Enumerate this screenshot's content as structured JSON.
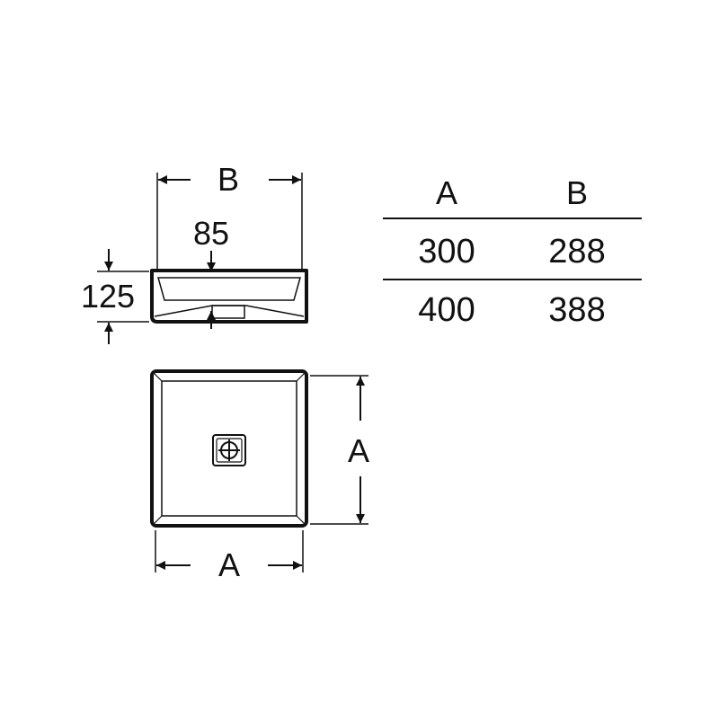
{
  "side_view": {
    "width_label": "B",
    "drain_offset_label": "85",
    "height_label": "125"
  },
  "top_view": {
    "depth_label": "A",
    "width_label": "A"
  },
  "size_table": {
    "headers": [
      "A",
      "B"
    ],
    "rows": [
      [
        "300",
        "288"
      ],
      [
        "400",
        "388"
      ]
    ]
  },
  "colors": {
    "line": "#111111",
    "background": "#ffffff"
  }
}
